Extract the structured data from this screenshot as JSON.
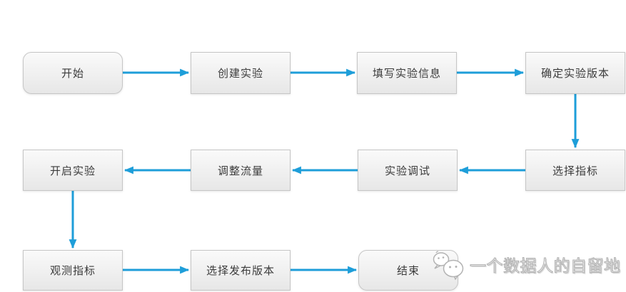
{
  "diagram": {
    "type": "flowchart",
    "nodes": [
      {
        "id": "start",
        "label": "开始",
        "shape": "rounded"
      },
      {
        "id": "create-experiment",
        "label": "创建实验",
        "shape": "rect"
      },
      {
        "id": "fill-experiment-info",
        "label": "填写实验信息",
        "shape": "rect"
      },
      {
        "id": "confirm-experiment-version",
        "label": "确定实验版本",
        "shape": "rect"
      },
      {
        "id": "select-metrics",
        "label": "选择指标",
        "shape": "rect"
      },
      {
        "id": "experiment-debug",
        "label": "实验调试",
        "shape": "rect"
      },
      {
        "id": "adjust-traffic",
        "label": "调整流量",
        "shape": "rect"
      },
      {
        "id": "start-experiment",
        "label": "开启实验",
        "shape": "rect"
      },
      {
        "id": "observe-metrics",
        "label": "观测指标",
        "shape": "rect"
      },
      {
        "id": "select-release-version",
        "label": "选择发布版本",
        "shape": "rect"
      },
      {
        "id": "end",
        "label": "结束",
        "shape": "rounded"
      }
    ],
    "edges": [
      {
        "from": "start",
        "to": "create-experiment"
      },
      {
        "from": "create-experiment",
        "to": "fill-experiment-info"
      },
      {
        "from": "fill-experiment-info",
        "to": "confirm-experiment-version"
      },
      {
        "from": "confirm-experiment-version",
        "to": "select-metrics"
      },
      {
        "from": "select-metrics",
        "to": "experiment-debug"
      },
      {
        "from": "experiment-debug",
        "to": "adjust-traffic"
      },
      {
        "from": "adjust-traffic",
        "to": "start-experiment"
      },
      {
        "from": "start-experiment",
        "to": "observe-metrics"
      },
      {
        "from": "observe-metrics",
        "to": "select-release-version"
      },
      {
        "from": "select-release-version",
        "to": "end"
      }
    ],
    "colors": {
      "arrow": "#1E9ED9",
      "node_border": "#C6C6C6",
      "node_fill_top": "#FAFAFA",
      "node_fill_bottom": "#E7E7E7",
      "node_text": "#3B3B3B",
      "watermark": "#B3B3B3"
    }
  },
  "watermark": {
    "text": "一个数据人的自留地",
    "icon": "wechat-icon"
  }
}
